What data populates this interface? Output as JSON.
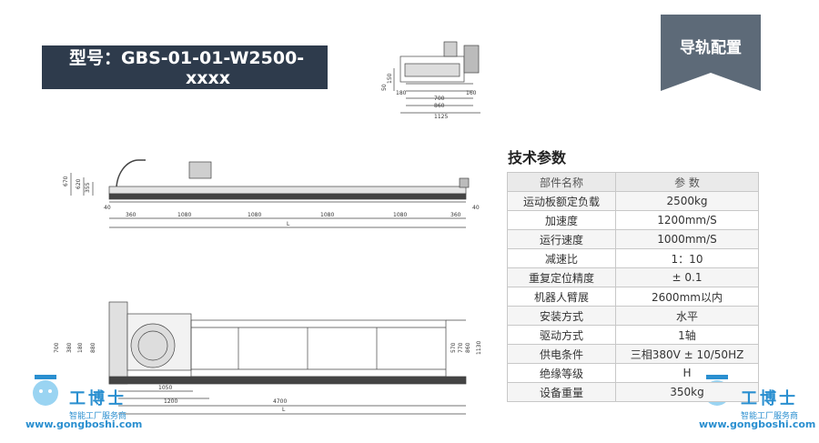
{
  "header": {
    "model_line1": "型号：GBS-01-01-W2500-",
    "model_line2": "xxxx",
    "section_tag": "导轨配置",
    "tag_color": "#5d6a78",
    "banner_color": "#2e3b4c"
  },
  "drawing_side": {
    "dims": [
      "360",
      "1080",
      "1080",
      "1080",
      "1080",
      "360",
      "40",
      "40",
      "670",
      "620",
      "355",
      "L"
    ]
  },
  "drawing_top": {
    "dims": [
      "1050",
      "1200",
      "4700",
      "L",
      "700",
      "380",
      "180",
      "880",
      "570",
      "770",
      "860",
      "1130"
    ]
  },
  "drawing_end": {
    "dims": [
      "180",
      "700",
      "860",
      "1125",
      "50",
      "150",
      "160"
    ]
  },
  "specs": {
    "title": "技术参数",
    "header": [
      "部件名称",
      "参  数"
    ],
    "rows": [
      [
        "运动板额定负载",
        "2500kg"
      ],
      [
        "加速度",
        "1200mm/S"
      ],
      [
        "运行速度",
        "1000mm/S"
      ],
      [
        "减速比",
        "1：10"
      ],
      [
        "重复定位精度",
        "± 0.1"
      ],
      [
        "机器人臂展",
        "2600mm以内"
      ],
      [
        "安装方式",
        "水平"
      ],
      [
        "驱动方式",
        "1轴"
      ],
      [
        "供电条件",
        "三相380V ± 10/50HZ"
      ],
      [
        "绝缘等级",
        "H"
      ],
      [
        "设备重量",
        "350kg"
      ]
    ]
  },
  "watermark": {
    "name": "工博士",
    "sub": "智能工厂服务商",
    "url": "www.gongboshi.com"
  }
}
